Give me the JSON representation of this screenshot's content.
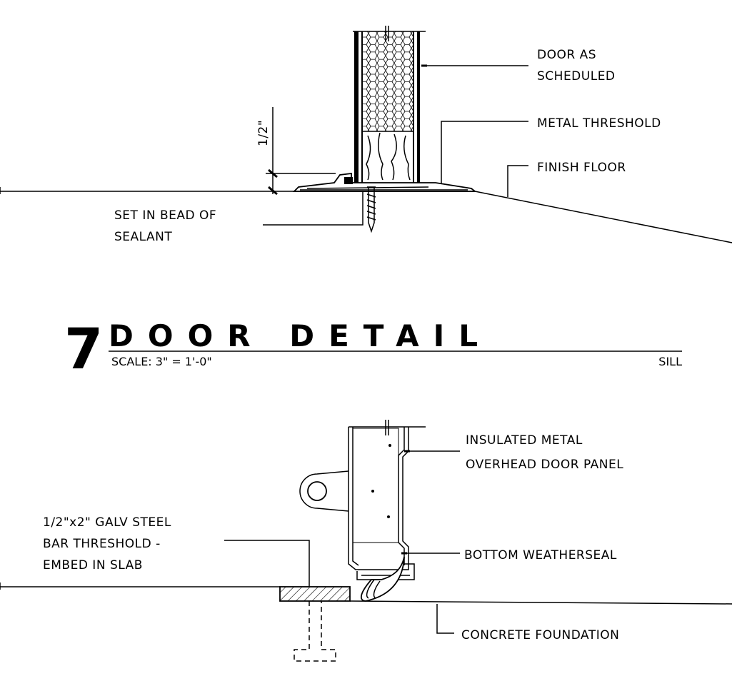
{
  "detail_upper": {
    "door_label": [
      "DOOR AS",
      "SCHEDULED"
    ],
    "threshold_label": "METAL THRESHOLD",
    "floor_label": "FINISH FLOOR",
    "sealant_label": [
      "SET IN BEAD OF",
      "SEALANT"
    ],
    "dimension": "1/2\""
  },
  "title_block": {
    "number": "7",
    "title": "DOOR DETAIL",
    "scale": "SCALE:  3\" = 1'-0\"",
    "subtitle": "SILL"
  },
  "detail_lower": {
    "panel_label": [
      "INSULATED METAL",
      "OVERHEAD DOOR PANEL"
    ],
    "bar_label": [
      "1/2\"x2\" GALV STEEL",
      "BAR THRESHOLD -",
      "EMBED IN SLAB"
    ],
    "seal_label": "BOTTOM WEATHERSEAL",
    "foundation_label": "CONCRETE FOUNDATION"
  }
}
